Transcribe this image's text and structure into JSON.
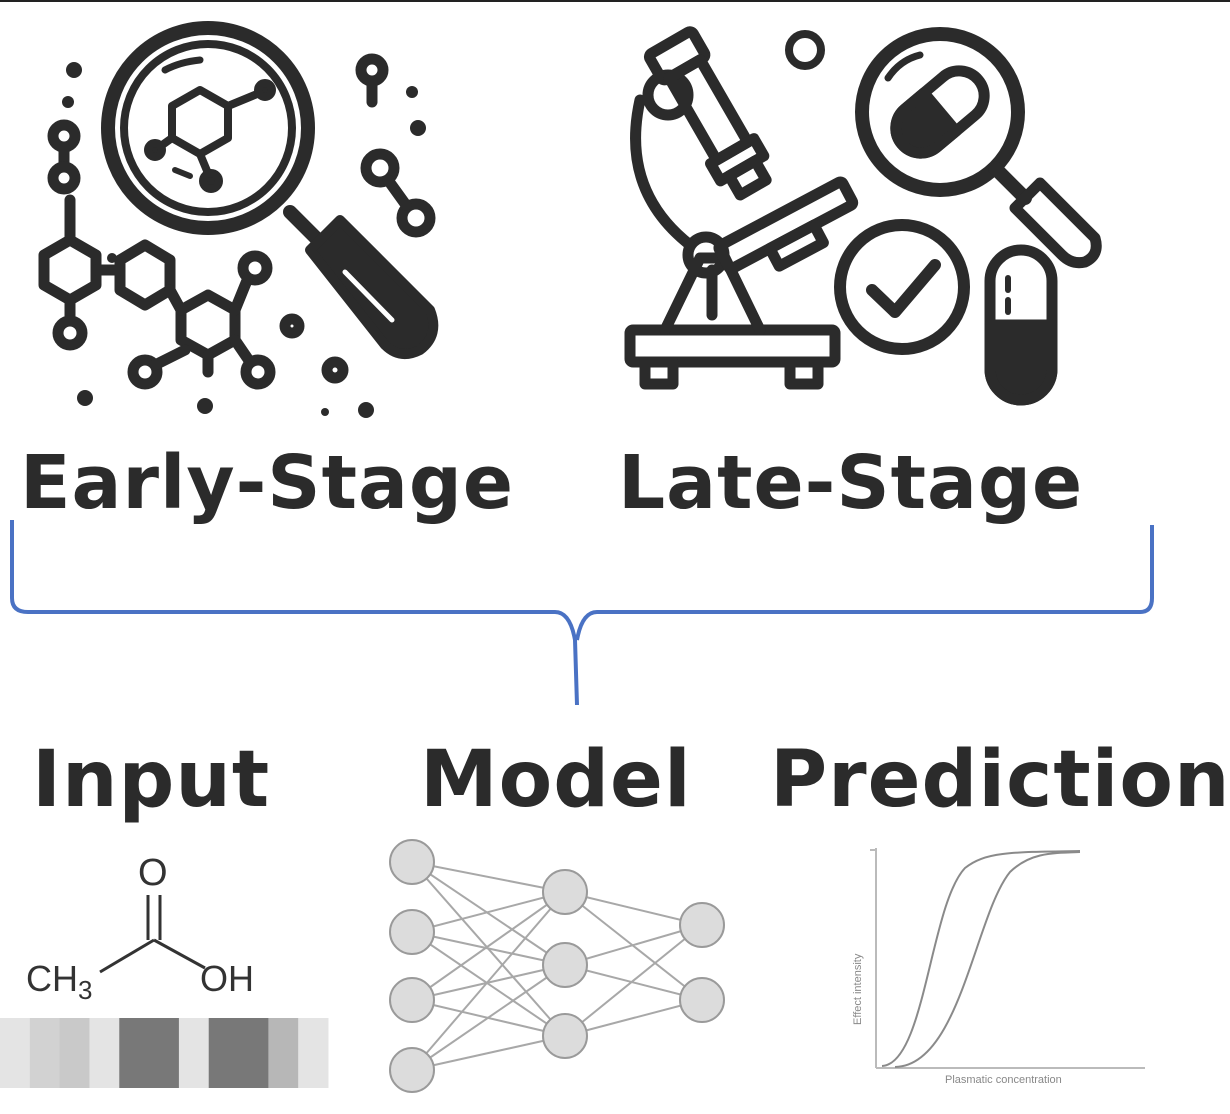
{
  "stages": {
    "early_label": "Early-Stage",
    "late_label": "Late-Stage"
  },
  "pipeline": {
    "input_label": "Input",
    "model_label": "Model",
    "prediction_label": "Prediction"
  },
  "molecule": {
    "oxygen": "O",
    "ch3": "CH",
    "ch3_sub": "3",
    "oh": "OH"
  },
  "fingerprint": {
    "shades": [
      0.15,
      0.25,
      0.3,
      0.15,
      0.75,
      0.75,
      0.15,
      0.75,
      0.75,
      0.4,
      0.15
    ]
  },
  "curve_plot": {
    "ylabel": "Effect intensity",
    "xlabel": "Plasmatic concentration"
  },
  "colors": {
    "ink": "#2b2b2b",
    "brace": "#4a72c4",
    "node_fill": "#dcdcdc",
    "node_stroke": "#9a9a9a"
  },
  "icons": [
    "magnifier-icon",
    "molecule-icon",
    "microscope-icon",
    "capsule-icon",
    "checkmark-icon"
  ]
}
